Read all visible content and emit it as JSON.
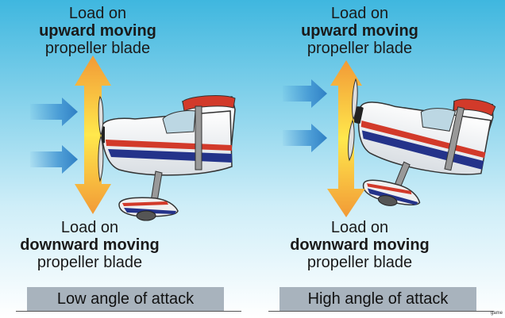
{
  "panels": [
    {
      "top_label": {
        "line1": "Load on",
        "line2": "upward moving",
        "line3": "propeller blade"
      },
      "bottom_label": {
        "line1": "Load on",
        "line2": "downward moving",
        "line3": "propeller blade"
      },
      "caption": "Low angle of attack"
    },
    {
      "top_label": {
        "line1": "Load on",
        "line2": "upward moving",
        "line3": "propeller blade"
      },
      "bottom_label": {
        "line1": "Load on",
        "line2": "downward moving",
        "line3": "propeller blade"
      },
      "caption": "High angle of attack"
    }
  ],
  "credit": "game",
  "colors": {
    "sky_top": "#3fb7df",
    "sky_bottom": "#ffffff",
    "arrow_wind": "#3a8fd0",
    "load_arrow_top": "#f3a23a",
    "load_arrow_mid": "#ffe34a",
    "stripe_red": "#d23a2a",
    "stripe_blue": "#24338a"
  }
}
